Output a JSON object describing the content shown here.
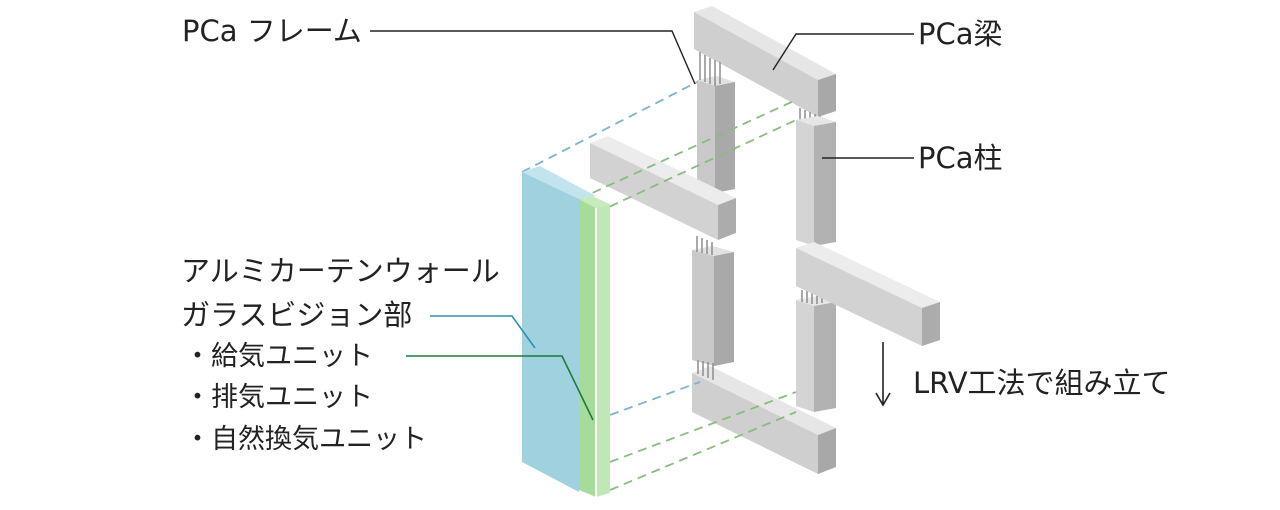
{
  "labels": {
    "pca_frame": "PCa フレーム",
    "pca_beam": "PCa梁",
    "pca_column": "PCa柱",
    "curtain_wall": "アルミカーテンウォール",
    "glass_vision": "ガラスビジョン部",
    "supply_unit": "・給気ユニット",
    "exhaust_unit": "・排気ユニット",
    "natural_vent_unit": "・自然換気ユニット",
    "method": "LRV工法で組み立て"
  },
  "colors": {
    "concrete_front": "#d0d0d0",
    "concrete_top": "#e4e4e4",
    "concrete_side": "#aaaaaa",
    "glass_blue": "#9fd2de",
    "unit_green": "#a6dc9a",
    "leader_blue": "#2f8fb2",
    "leader_green": "#1f7a3a",
    "dash_blue": "#7fb3cc",
    "dash_green": "#86be7c"
  }
}
